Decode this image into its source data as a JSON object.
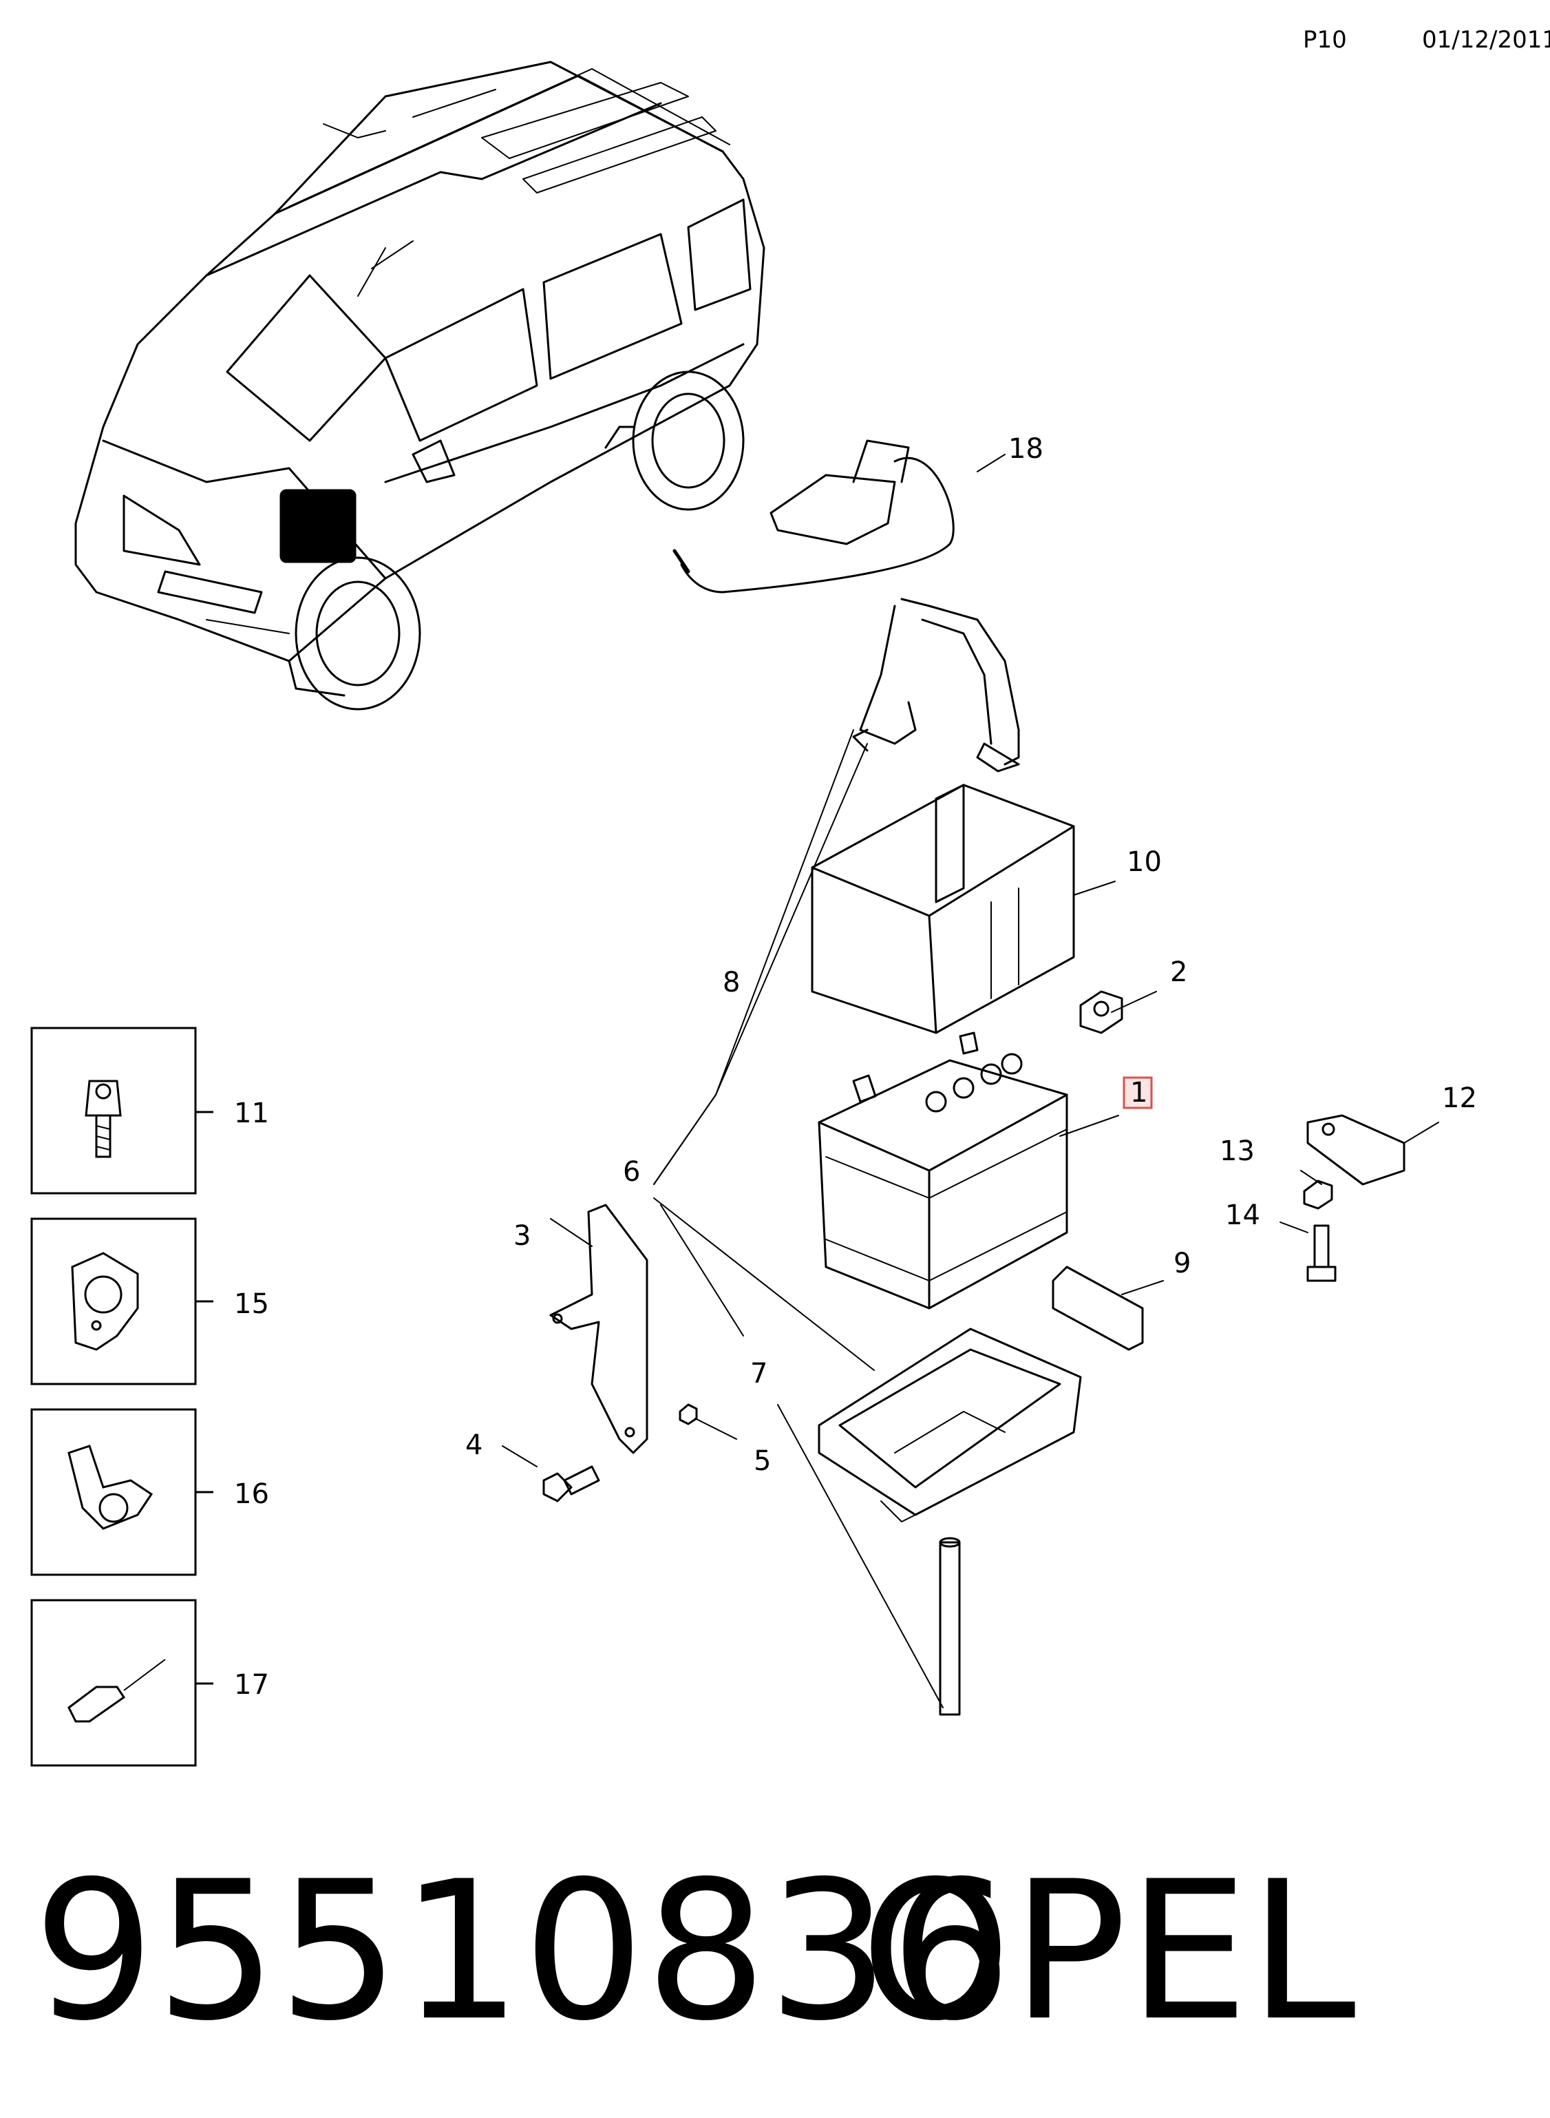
{
  "header": {
    "page_code": "P10",
    "date": "01/12/2011"
  },
  "callouts": {
    "c1": "1",
    "c2": "2",
    "c3": "3",
    "c4": "4",
    "c5": "5",
    "c6": "6",
    "c7": "7",
    "c8": "8",
    "c9": "9",
    "c10": "10",
    "c11": "11",
    "c12": "12",
    "c13": "13",
    "c14": "14",
    "c15": "15",
    "c16": "16",
    "c17": "17",
    "c18": "18"
  },
  "highlight_color": "#d9534f",
  "highlight_fill": "#fbe4e4",
  "footer": {
    "part_number": "95510836",
    "brand": "OPEL"
  }
}
